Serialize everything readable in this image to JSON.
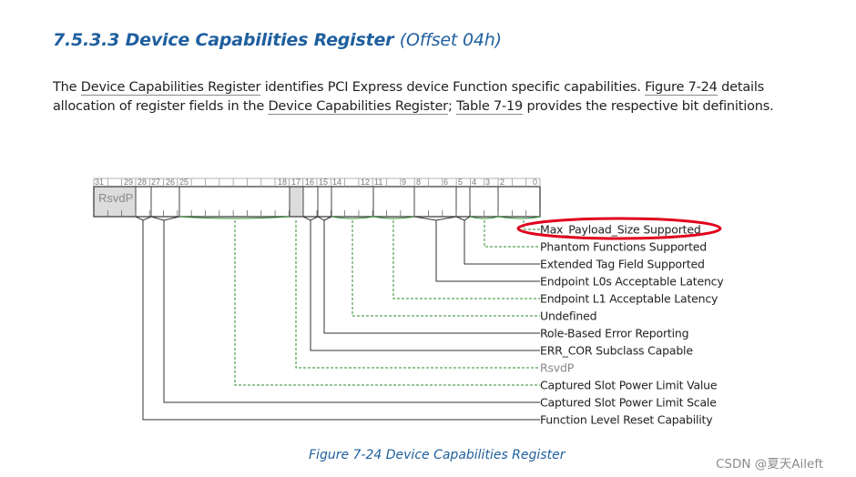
{
  "heading": {
    "number": "7.5.3.3",
    "title": "Device Capabilities Register",
    "offset": "(Offset 04h)"
  },
  "paragraph": {
    "t1": "The ",
    "ref1": "Device Capabilities Register",
    "t2": " identifies PCI Express device Function specific capabilities. ",
    "ref2": "Figure  7-24",
    "t3": " details",
    "t4": "allocation of register fields in the ",
    "ref3": "Device Capabilities Register",
    "t5": "; ",
    "ref4": "Table  7-19",
    "t6": " provides the respective bit definitions."
  },
  "register": {
    "bit_numbers": [
      "31",
      "29",
      "28",
      "27",
      "26",
      "25",
      "18",
      "17",
      "16",
      "15",
      "14",
      "12",
      "11",
      "9",
      "8",
      "6",
      "5",
      "4",
      "3",
      "2",
      "0"
    ],
    "rsvd_label": "RsvdP",
    "fields": [
      {
        "label": "Max_Payload_Size Supported",
        "style": "dashed",
        "color": "#222222"
      },
      {
        "label": "Phantom Functions Supported",
        "style": "dashed",
        "color": "#222222"
      },
      {
        "label": "Extended Tag Field Supported",
        "style": "solid",
        "color": "#222222"
      },
      {
        "label": "Endpoint L0s Acceptable Latency",
        "style": "solid",
        "color": "#222222"
      },
      {
        "label": "Endpoint L1 Acceptable Latency",
        "style": "dashed",
        "color": "#222222"
      },
      {
        "label": "Undefined",
        "style": "dashed",
        "color": "#222222"
      },
      {
        "label": "Role-Based Error Reporting",
        "style": "solid",
        "color": "#222222"
      },
      {
        "label": "ERR_COR Subclass Capable",
        "style": "solid",
        "color": "#222222"
      },
      {
        "label": "RsvdP",
        "style": "dashed",
        "color": "#888888"
      },
      {
        "label": "Captured Slot Power Limit Value",
        "style": "dashed",
        "color": "#222222"
      },
      {
        "label": "Captured Slot Power Limit Scale",
        "style": "solid",
        "color": "#222222"
      },
      {
        "label": "Function Level Reset Capability",
        "style": "solid",
        "color": "#222222"
      }
    ],
    "highlight_color": "#e0001b",
    "solid_line_color": "#333333",
    "dashed_line_color": "#2e8b2e"
  },
  "caption": "Figure  7-24  Device Capabilities Register",
  "watermark": "CSDN @夏天Aileft"
}
